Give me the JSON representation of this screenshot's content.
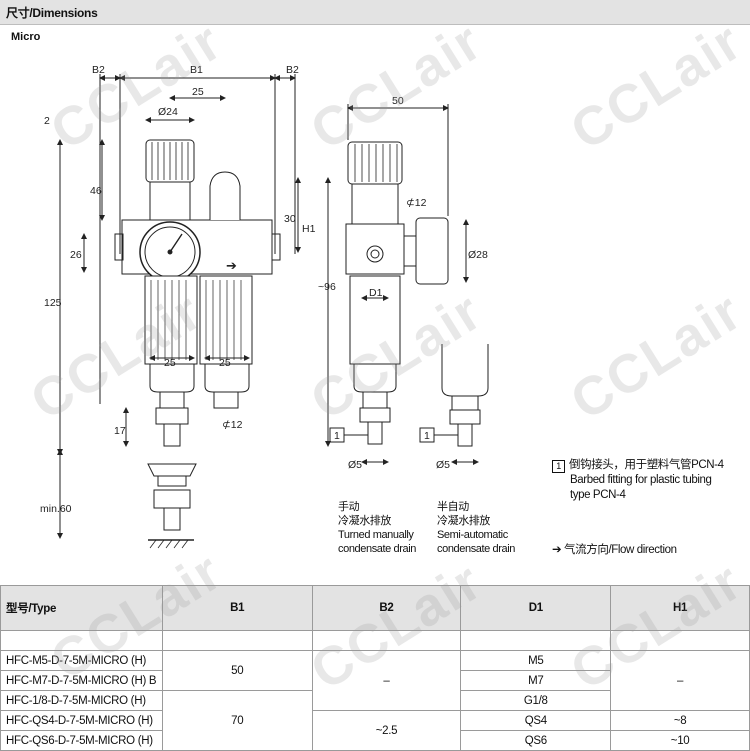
{
  "section_title": "尺寸/Dimensions",
  "subtitle": "Micro",
  "drawing": {
    "dims": {
      "b2": "B2",
      "b1": "B1",
      "d25_top": "25",
      "d24": "Ø24",
      "d2": "2",
      "d46": "46",
      "d26": "26",
      "d125": "125",
      "d30": "30",
      "h1": "H1",
      "d96": "~96",
      "d25_left": "25",
      "d25_right": "25",
      "c12": "⊄12",
      "d17": "17",
      "min60": "min.60",
      "d50": "50",
      "c12_side": "⊄12",
      "d28": "Ø28",
      "d1": "D1",
      "d5a": "Ø5",
      "d5b": "Ø5",
      "ref1a": "1",
      "ref1b": "1"
    },
    "manual_cn": "手动",
    "manual_cn2": "冷凝水排放",
    "manual_en": "Turned manually",
    "manual_en2": "condensate drain",
    "semi_cn": "半自动",
    "semi_cn2": "冷凝水排放",
    "semi_en": "Semi-automatic",
    "semi_en2": "condensate drain"
  },
  "legend": {
    "ref": "1",
    "cn": "倒钩接头，用于塑料气管PCN-4",
    "en1": "Barbed fitting for plastic tubing",
    "en2": "type PCN-4",
    "arrow": "➔",
    "flow": "气流方向/Flow direction"
  },
  "table": {
    "headers": [
      "型号/Type",
      "B1",
      "B2",
      "D1",
      "H1"
    ],
    "types": [
      "HFC-M5-D-7-5M-MICRO (H)",
      "HFC-M7-D-7-5M-MICRO (H) B",
      "HFC-1/8-D-7-5M-MICRO (H)",
      "HFC-QS4-D-7-5M-MICRO (H)",
      "HFC-QS6-D-7-5M-MICRO (H)"
    ],
    "b1": [
      "50",
      "70"
    ],
    "b2": [
      "–",
      "~2.5"
    ],
    "d1": [
      "M5",
      "M7",
      "G1/8",
      "QS4",
      "QS6"
    ],
    "h1": [
      "–",
      "~8",
      "~10"
    ]
  },
  "watermark": "CCLair"
}
